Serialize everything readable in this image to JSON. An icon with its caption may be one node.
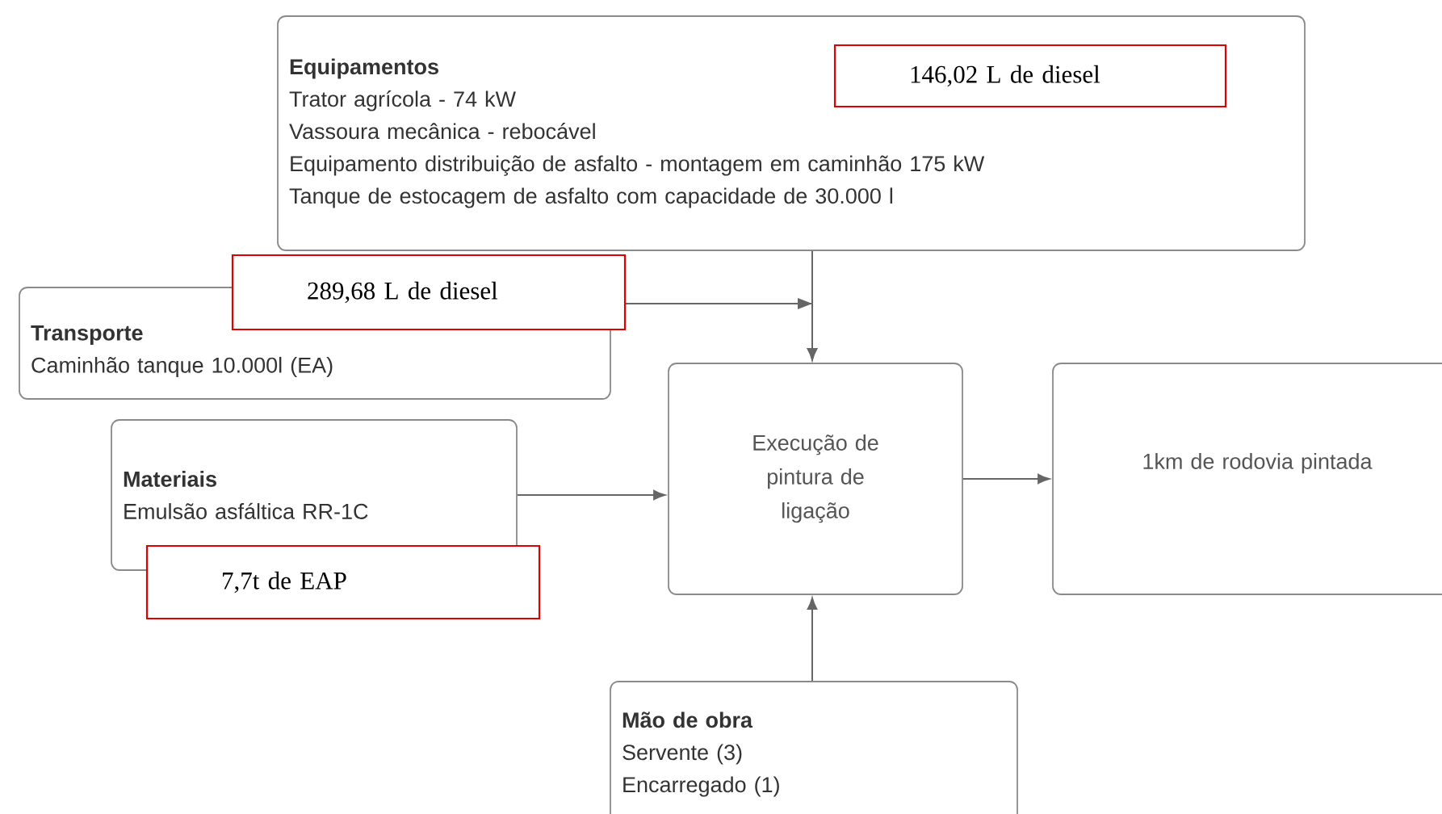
{
  "diagram": {
    "nodes": [
      {
        "text": [
          "Equipamentos",
          "Trator agrícola - 74 kW",
          "Vassoura mecânica - rebocável",
          "Equipamento distribuição de asfalto - montagem em caminhão 175 kW",
          "Tanque de estocagem de asfalto com capacidade de 30.000 l"
        ]
      },
      {
        "text": [
          "146,02 L de diesel"
        ],
        "in": 0
      },
      {
        "text": [
          "Transporte",
          "Caminhão tanque 10.000l (EA)"
        ]
      },
      {
        "text": [
          "289,68 L de diesel"
        ]
      },
      {
        "text": [
          "Materiais",
          "Emulsão asfáltica RR-1C"
        ]
      },
      {
        "text": [
          "7,7t de EAP"
        ]
      },
      {
        "text": [
          "Execução de pintura de ligação"
        ]
      },
      {
        "text": [
          "1km de rodovia pintada"
        ]
      },
      {
        "text": [
          "Mão de obra",
          "Servente (3)",
          "Encarregado (1)"
        ]
      }
    ],
    "edges": [
      {
        "from": 0,
        "to": 6,
        "arrow": "to"
      },
      {
        "from": 2,
        "to": 6,
        "arrow": "to"
      },
      {
        "from": 4,
        "to": 6,
        "arrow": "to"
      },
      {
        "from": 6,
        "to": 7,
        "arrow": "to"
      },
      {
        "from": 8,
        "to": 6,
        "arrow": "to"
      }
    ]
  }
}
